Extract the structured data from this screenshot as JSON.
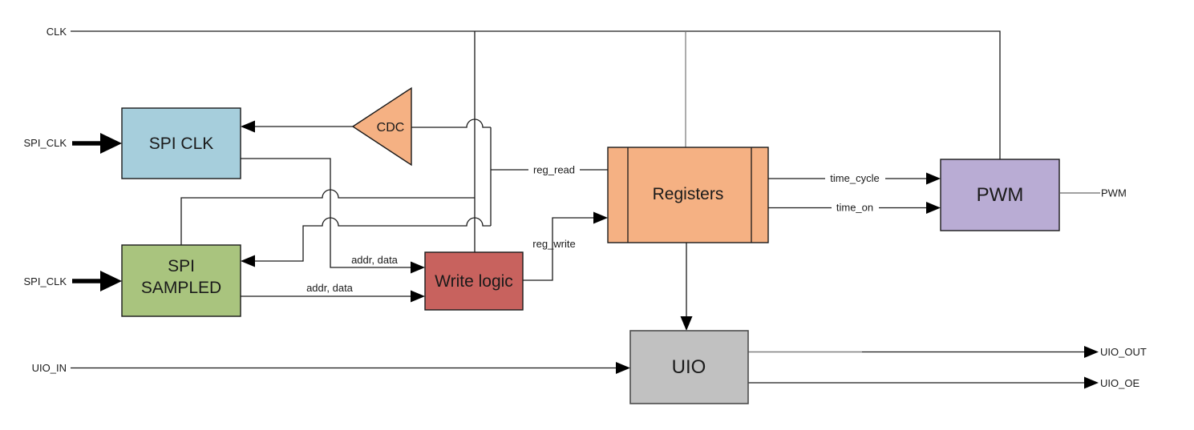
{
  "diagram": {
    "blocks": {
      "spi_clk": {
        "label": "SPI CLK"
      },
      "spi_sampled": {
        "label_line1": "SPI",
        "label_line2": "SAMPLED"
      },
      "cdc": {
        "label": "CDC"
      },
      "write_logic": {
        "label": "Write logic"
      },
      "registers": {
        "label": "Registers"
      },
      "pwm": {
        "label": "PWM"
      },
      "uio": {
        "label": "UIO"
      }
    },
    "signals": {
      "clk": "CLK",
      "spi_clk_in_top": "SPI_CLK",
      "spi_clk_in_bottom": "SPI_CLK",
      "uio_in": "UIO_IN",
      "reg_read": "reg_read",
      "reg_write": "reg_write",
      "addr_data_top": "addr, data",
      "addr_data_bottom": "addr, data",
      "time_cycle": "time_cycle",
      "time_on": "time_on",
      "pwm_out": "PWM",
      "uio_out": "UIO_OUT",
      "uio_oe": "UIO_OE"
    },
    "colors": {
      "spi_clk_fill": "#A6CEDC",
      "spi_sampled_fill": "#A9C47E",
      "cdc_fill": "#F5B183",
      "write_logic_fill": "#C8625E",
      "registers_fill": "#F5B183",
      "pwm_fill": "#B9ACD4",
      "uio_fill": "#C1C1C1"
    }
  }
}
